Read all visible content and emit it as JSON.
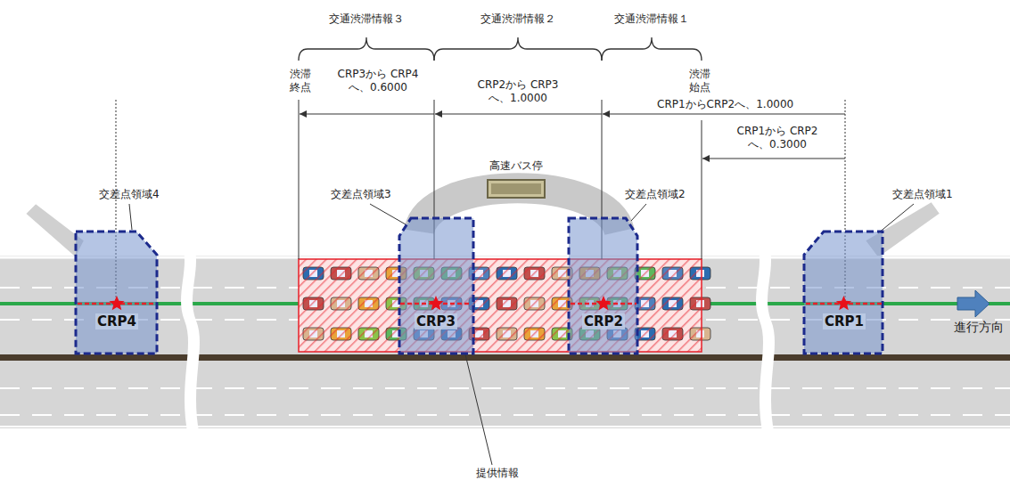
{
  "diagram": {
    "nodes": [
      {
        "text": [
          "CRP4"
        ]
      },
      {
        "text": [
          "CRP3"
        ]
      },
      {
        "text": [
          "CRP2"
        ]
      },
      {
        "text": [
          "CRP1"
        ]
      },
      {
        "text": [
          "高速バス停"
        ]
      }
    ],
    "labels": [
      "交通渋滞情報３",
      "交通渋滞情報２",
      "交通渋滞情報１",
      "渋滞 終点",
      "CRP3から CRP4へ、0.6000",
      "渋滞 始点",
      "CRP2から CRP3へ、1.0000",
      "CRP1からCRP2へ、1.0000",
      "CRP1から CRP2へ、0.3000",
      "交差点領域4",
      "交差点領域3",
      "交差点領域2",
      "交差点領域1",
      "進行方向",
      "提供情報"
    ]
  }
}
